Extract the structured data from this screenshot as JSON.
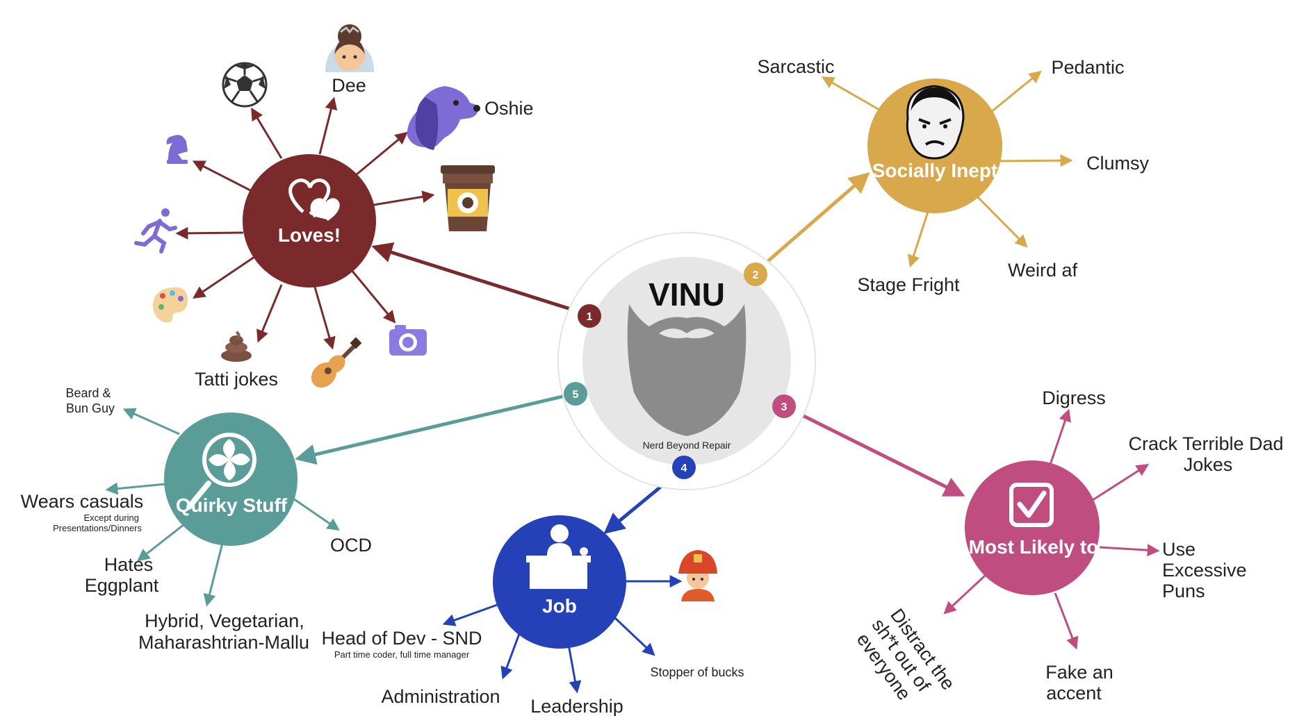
{
  "center": {
    "title": "VINU",
    "subtitle": "Nerd Beyond Repair"
  },
  "colors": {
    "loves": "#7b2a2c",
    "socially_inept": "#d8a84a",
    "most_likely": "#c04d80",
    "job": "#2541b8",
    "quirky": "#5a9c97"
  },
  "hubs": {
    "loves": {
      "number": "1",
      "label": "Loves!",
      "items": {
        "dee": "Dee",
        "oshie": "Oshie",
        "tatti": "Tatti jokes"
      },
      "icons": [
        "soccer-ball",
        "princess",
        "dog",
        "coffee-cup",
        "camera",
        "guitar",
        "poop",
        "palette",
        "runner",
        "chess-knight"
      ]
    },
    "socially_inept": {
      "number": "2",
      "label": "Socially Inept",
      "items": {
        "sarcastic": "Sarcastic",
        "pedantic": "Pedantic",
        "clumsy": "Clumsy",
        "weird": "Weird af",
        "stage_fright": "Stage Fright"
      }
    },
    "most_likely": {
      "number": "3",
      "label": "Most Likely to",
      "items": {
        "digress": "Digress",
        "dad_jokes_1": "Crack Terrible Dad",
        "dad_jokes_2": "Jokes",
        "puns_1": "Use",
        "puns_2": "Excessive",
        "puns_3": "Puns",
        "accent_1": "Fake an",
        "accent_2": "accent",
        "distract_1": "Distract the",
        "distract_2": "sh*t out of",
        "distract_3": "everyone"
      }
    },
    "job": {
      "number": "4",
      "label": "Job",
      "items": {
        "head": "Head of Dev - SND",
        "head_sub": "Part time coder, full time manager",
        "admin": "Administration",
        "leadership": "Leadership",
        "stopper": "Stopper of bucks"
      }
    },
    "quirky": {
      "number": "5",
      "label": "Quirky Stuff",
      "items": {
        "beard_1": "Beard &",
        "beard_2": "Bun Guy",
        "casuals": "Wears casuals",
        "casuals_sub_1": "Except during",
        "casuals_sub_2": "Presentations/Dinners",
        "eggplant_1": "Hates",
        "eggplant_2": "Eggplant",
        "ocd": "OCD",
        "hybrid_1": "Hybrid, Vegetarian,",
        "hybrid_2": "Maharashtrian-Mallu"
      }
    }
  }
}
